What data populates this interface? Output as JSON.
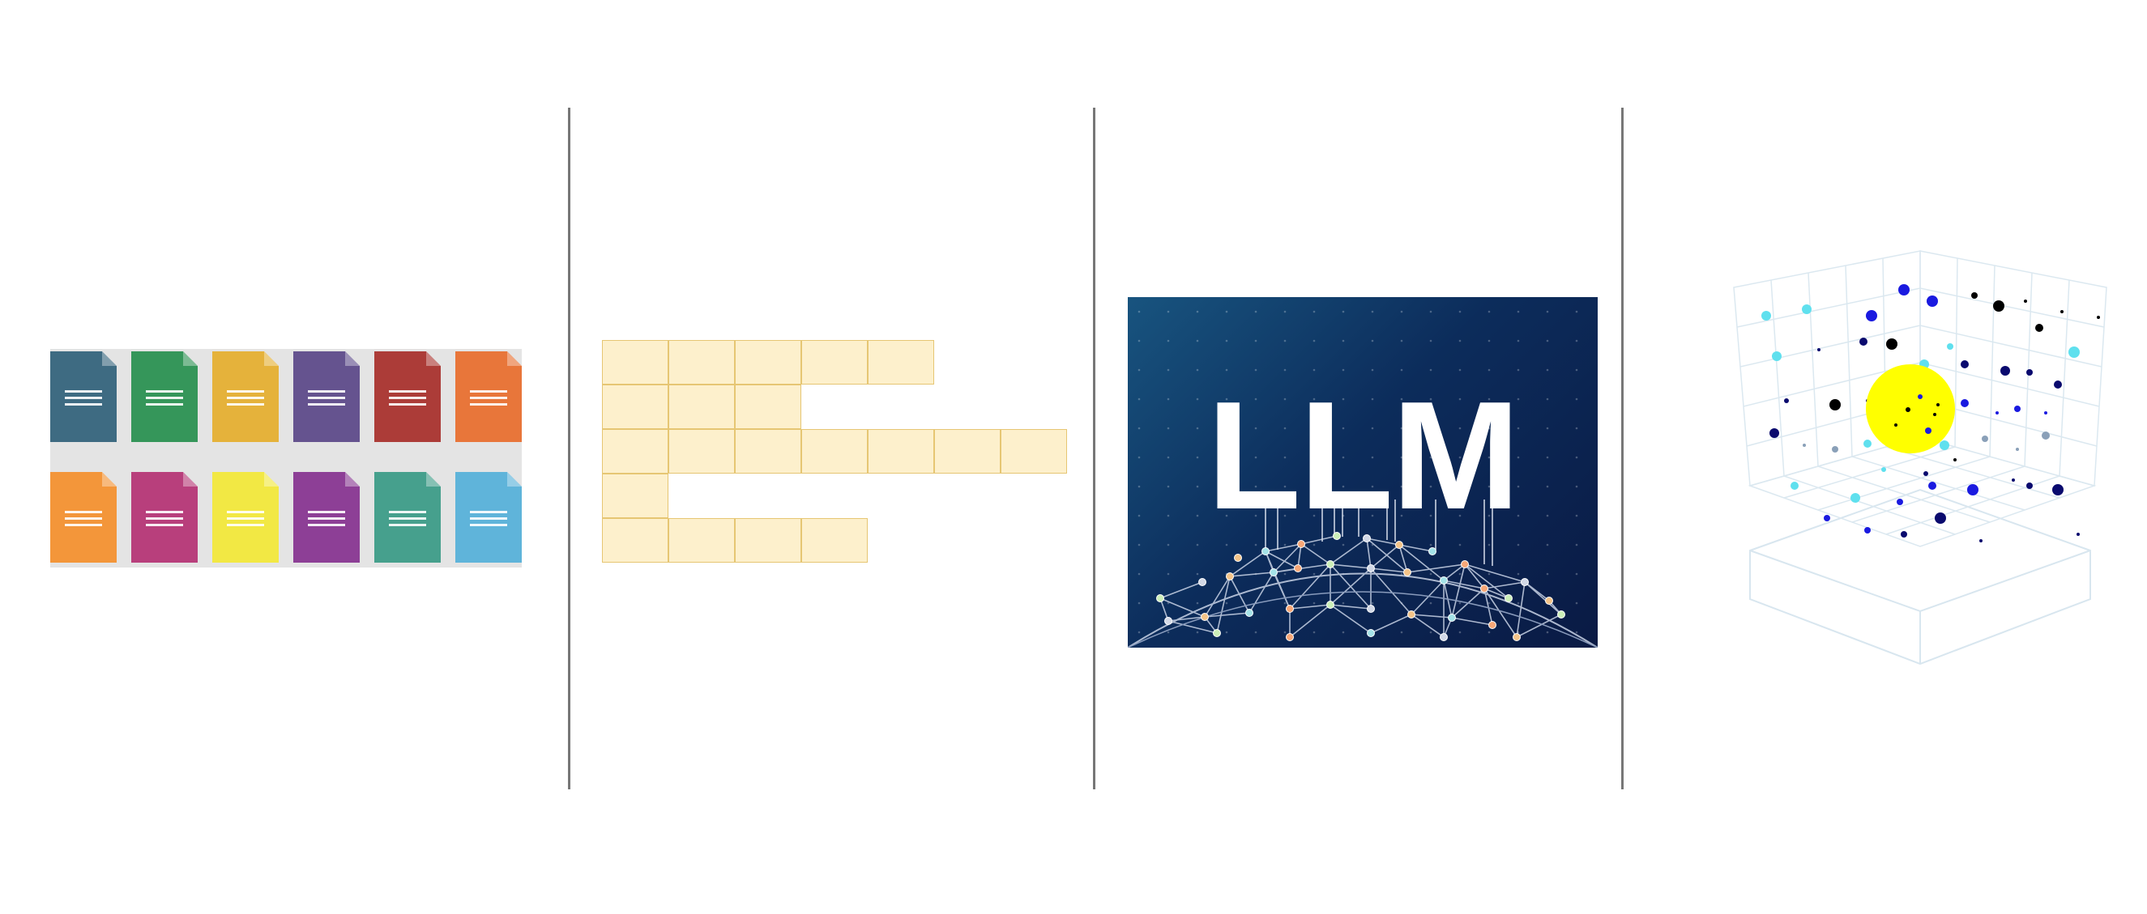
{
  "panels": [
    {
      "id": "document-grid",
      "doc_colors": [
        [
          "#3e6b82",
          "#35965a",
          "#e5b23b",
          "#65538f",
          "#ac3c38",
          "#e8763a"
        ],
        [
          "#f3963a",
          "#b83f7c",
          "#f2e844",
          "#8d3f96",
          "#46a08d",
          "#5fb4da"
        ]
      ]
    },
    {
      "id": "block-grid",
      "rows": [
        5,
        3,
        7,
        1,
        4
      ],
      "cell_color": "#fdf0cc",
      "cell_border_color": "#e6c673"
    },
    {
      "id": "llm-banner",
      "title": "LLM",
      "background_colors": [
        "#18547f",
        "#0a1a44"
      ]
    },
    {
      "id": "scatter-cube",
      "highlight_color": "#ffff00",
      "point_colors": [
        "#000000",
        "#1a1ae0",
        "#5fe0ee",
        "#0a0a6e",
        "#8aa0b8"
      ]
    }
  ]
}
